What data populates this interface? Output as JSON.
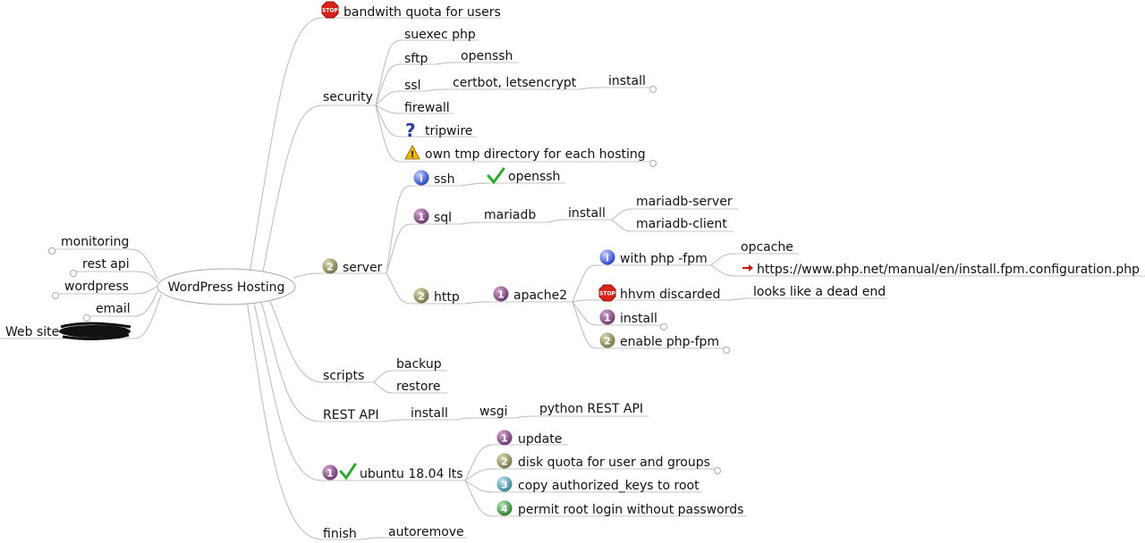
{
  "root": {
    "label": "WordPress Hosting"
  },
  "left_branches": [
    {
      "label": "monitoring"
    },
    {
      "label": "rest api"
    },
    {
      "label": "wordpress"
    },
    {
      "label": "email"
    },
    {
      "label": "Web site",
      "note": "name scribbled out"
    }
  ],
  "right_branches": {
    "bandwidth": {
      "label": "bandwith quota for users",
      "icon": "stop-icon"
    },
    "security": {
      "label": "security",
      "suexec": "suexec php",
      "sftp": "sftp",
      "sftp_child": "openssh",
      "ssl": "ssl",
      "ssl_child": "certbot, letsencrypt",
      "ssl_install": "install",
      "firewall": "firewall",
      "tripwire": {
        "label": "tripwire",
        "icon": "question-icon"
      },
      "tmp": {
        "label": "own tmp directory for each hosting",
        "icon": "warning-icon"
      }
    },
    "server": {
      "label": "server",
      "priority": "2",
      "ssh": {
        "label": "ssh",
        "icon": "info-icon",
        "child": "openssh",
        "child_icon": "check-icon"
      },
      "sql": {
        "label": "sql",
        "priority": "1",
        "mariadb": "mariadb",
        "install": "install",
        "server_pkg": "mariadb-server",
        "client_pkg": "mariadb-client"
      },
      "http": {
        "label": "http",
        "priority": "2",
        "apache": {
          "label": "apache2",
          "priority": "1"
        },
        "php_fpm": {
          "label": "with php -fpm",
          "icon": "info-icon",
          "opcache": "opcache",
          "link": "https://www.php.net/manual/en/install.fpm.configuration.php",
          "link_icon": "arrow-icon"
        },
        "hhvm": {
          "label": "hhvm discarded",
          "icon": "stop-icon",
          "note": "looks like a dead end"
        },
        "install": {
          "label": "install",
          "priority": "1"
        },
        "enable": {
          "label": "enable php-fpm",
          "priority": "2"
        }
      }
    },
    "scripts": {
      "label": "scripts",
      "backup": "backup",
      "restore": "restore"
    },
    "rest_api": {
      "label": "REST API",
      "install": "install",
      "wsgi": "wsgi",
      "python": "python REST API"
    },
    "ubuntu": {
      "label": "ubuntu 18.04 lts",
      "priority": "1",
      "icon": "check-icon",
      "steps": [
        {
          "label": "update",
          "priority": "1"
        },
        {
          "label": "disk quota for user and groups",
          "priority": "2"
        },
        {
          "label": "copy authorized_keys to root",
          "priority": "3"
        },
        {
          "label": "permit root login without passwords",
          "priority": "4"
        }
      ]
    },
    "finish": {
      "label": "finish",
      "autoremove": "autoremove"
    }
  },
  "colors": {
    "line": "#b8b8b8",
    "priority_1": "#8a4f8a",
    "priority_2": "#8c8a5c",
    "priority_3": "#4f98a6",
    "priority_4": "#4e9a4e",
    "info": "#3b5bdb",
    "stop": "#d8231c",
    "check": "#2fa82f",
    "warning": "#f2b705",
    "arrow": "#c81414"
  }
}
